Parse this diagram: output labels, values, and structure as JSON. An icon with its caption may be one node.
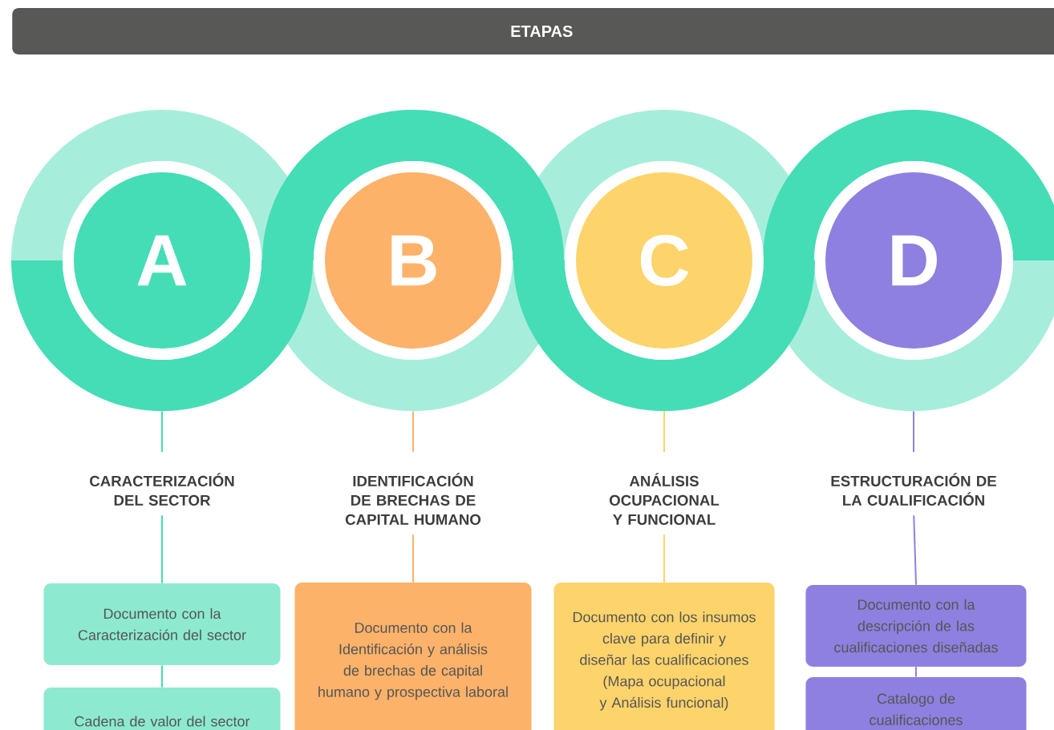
{
  "diagram": {
    "title": "ETAPAS",
    "nodes": [
      {
        "text": [
          "A"
        ]
      },
      {
        "text": [
          "B"
        ]
      },
      {
        "text": [
          "C"
        ]
      },
      {
        "text": [
          "D"
        ]
      },
      {
        "text": [
          "CARACTERIZACIÓN DEL SECTOR"
        ]
      },
      {
        "text": [
          "IDENTIFICACIÓN DE BRECHAS DE CAPITAL HUMANO"
        ]
      },
      {
        "text": [
          "ANÁLISIS OCUPACIONAL Y FUNCIONAL"
        ]
      },
      {
        "text": [
          "ESTRUCTURACIÓN DE LA CUALIFICACIÓN"
        ]
      },
      {
        "text": [
          "Documento con la Caracterización del sector"
        ]
      },
      {
        "text": [
          "Cadena de valor del sector"
        ]
      },
      {
        "text": [
          "Documento con la Identificación y análisis de brechas de capital humano y prospectiva laboral"
        ]
      },
      {
        "text": [
          "Documento con los insumos clave para definir y diseñar las cualificaciones (Mapa ocupacional y Análisis funcional)"
        ]
      },
      {
        "text": [
          "Documento con la descripción de las cualificaciones diseñadas"
        ]
      },
      {
        "text": [
          "Catalogo de cualificaciones"
        ]
      }
    ],
    "edges": [
      {
        "from": 0,
        "to": 4,
        "arrow": "none",
        "color": "#45ddb5"
      },
      {
        "from": 4,
        "to": 8,
        "arrow": "none",
        "color": "#45ddb5"
      },
      {
        "from": 8,
        "to": 9,
        "arrow": "none",
        "color": "#45ddb5"
      },
      {
        "from": 1,
        "to": 5,
        "arrow": "none",
        "color": "#fdb26a"
      },
      {
        "from": 5,
        "to": 10,
        "arrow": "none",
        "color": "#fdb26a"
      },
      {
        "from": 2,
        "to": 6,
        "arrow": "none",
        "color": "#fdd46b"
      },
      {
        "from": 6,
        "to": 11,
        "arrow": "none",
        "color": "#fdd46b"
      },
      {
        "from": 3,
        "to": 7,
        "arrow": "none",
        "color": "#8e80e0"
      },
      {
        "from": 7,
        "to": 12,
        "arrow": "none",
        "color": "#8e80e0"
      },
      {
        "from": 12,
        "to": 13,
        "arrow": "none",
        "color": "#8e80e0"
      }
    ]
  }
}
